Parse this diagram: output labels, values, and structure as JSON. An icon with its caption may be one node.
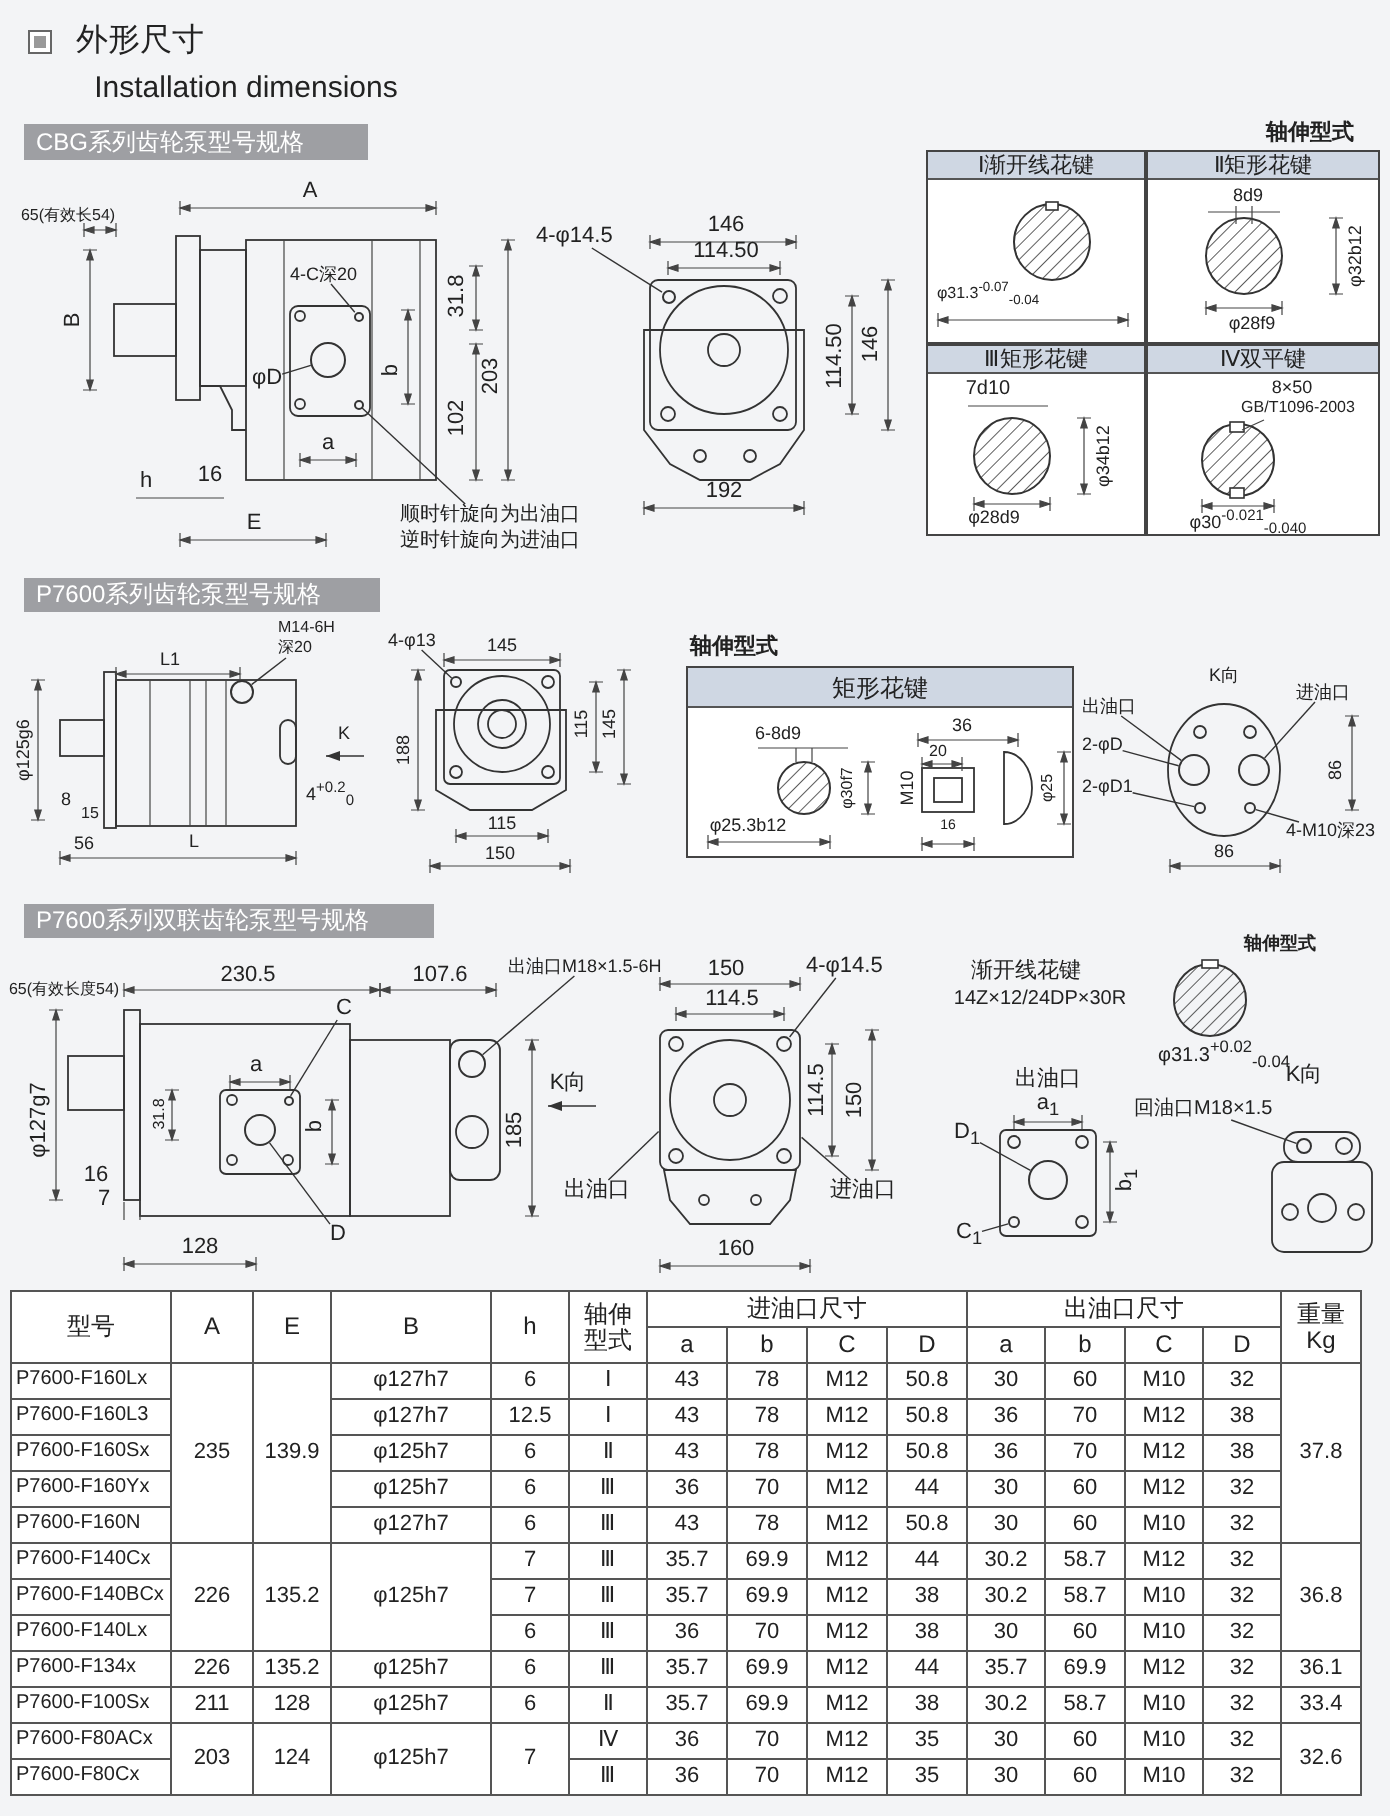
{
  "diagram": {
    "title": "外形尺寸",
    "nodes": [
      {
        "text": [
          "CBG系列齿轮泵型号规格"
        ]
      },
      {
        "text": [
          "4-C深20"
        ]
      },
      {
        "text": [
          "φD"
        ]
      },
      {
        "text": [
          "顺时针旋向为出油口逆时针旋向为进油口"
        ]
      },
      {
        "text": [
          "4-φ14.5"
        ]
      },
      {
        "text": [
          "Ⅰ渐开线花键",
          "φ31.3$^{-0.07}$$_{-0.04}$"
        ]
      },
      {
        "text": [
          "Ⅱ矩形花键",
          "8d9",
          "φ32b12",
          "φ28f9"
        ]
      },
      {
        "text": [
          "Ⅲ矩形花键",
          "7d10",
          "φ34b12",
          "φ28d9"
        ]
      },
      {
        "text": [
          "Ⅳ双平键",
          "8×50",
          "GB/T1096-2003",
          "φ30$^{-0.021}$$_{-0.040}$"
        ]
      },
      {
        "text": [
          "P7600系列齿轮泵型号规格"
        ]
      },
      {
        "text": [
          "M14-6H 深20"
        ]
      },
      {
        "text": [
          "4-φ13"
        ]
      },
      {
        "text": [
          "矩形花键",
          "6-8d9",
          "36",
          "20",
          "φ30f7",
          "M10",
          "φ25",
          "φ25.3b12",
          "16"
        ]
      },
      {
        "text": [
          "出油口"
        ]
      },
      {
        "text": [
          "进油口"
        ]
      },
      {
        "text": [
          "2-φD"
        ]
      },
      {
        "text": [
          "2-φD1"
        ]
      },
      {
        "text": [
          "4-M10深23"
        ]
      },
      {
        "text": [
          "P7600系列双联齿轮泵型号规格"
        ]
      },
      {
        "text": [
          "出油口M18×1.5-6H"
        ]
      },
      {
        "text": [
          "C"
        ]
      },
      {
        "text": [
          "D"
        ]
      },
      {
        "text": [
          "4-φ14.5"
        ]
      },
      {
        "text": [
          "出油口"
        ]
      },
      {
        "text": [],
        "shape": "picture"
      },
      {
        "text": [
          "进油口"
        ]
      },
      {
        "text": [
          "D$_{1}$"
        ]
      },
      {
        "text": [
          "C$_{1}$"
        ]
      },
      {
        "text": [
          "回油口M18×1.5"
        ]
      },
      {
        "text": [],
        "shape": "circle"
      },
      {
        "text": [],
        "shape": "circle"
      },
      {
        "text": [],
        "shape": "circle"
      },
      {
        "text": [],
        "shape": "circle"
      },
      {
        "text": [],
        "shape": "circle"
      },
      {
        "text": [],
        "shape": "circle"
      },
      {
        "text": [],
        "shape": "circle"
      },
      {
        "text": [],
        "shape": "circle"
      },
      {
        "text": [],
        "shape": "circle"
      },
      {
        "text": [],
        "shape": "circle"
      },
      {
        "text": [],
        "shape": "circle"
      },
      {
        "text": [],
        "shape": "circle"
      },
      {
        "text": [],
        "shape": "circle"
      },
      {
        "text": [],
        "shape": "circle"
      },
      {
        "text": [],
        "shape": "circle"
      },
      {
        "text": [],
        "shape": "circle"
      }
    ],
    "edges": [
      {
        "from": 1,
        "to": 29,
        "arrow": "none"
      },
      {
        "from": 2,
        "to": 30,
        "arrow": "none"
      },
      {
        "from": 3,
        "to": 31,
        "arrow": "none"
      },
      {
        "from": 4,
        "to": 32,
        "arrow": "none"
      },
      {
        "from": 10,
        "to": 33,
        "arrow": "none"
      },
      {
        "from": 11,
        "to": 34,
        "arrow": "none"
      },
      {
        "from": 13,
        "to": 35,
        "arrow": "none"
      },
      {
        "from": 14,
        "to": 36,
        "arrow": "none"
      },
      {
        "from": 15,
        "to": 35,
        "arrow": "none"
      },
      {
        "from": 16,
        "to": 37,
        "arrow": "none"
      },
      {
        "from": 17,
        "to": 38,
        "arrow": "none"
      },
      {
        "from": 19,
        "to": 39,
        "arrow": "none"
      },
      {
        "from": 20,
        "to": 40,
        "arrow": "none"
      },
      {
        "from": 21,
        "to": 41,
        "arrow": "none"
      },
      {
        "from": 22,
        "to": 24,
        "arrow": "none"
      },
      {
        "from": 23,
        "to": 24,
        "arrow": "none"
      },
      {
        "from": 25,
        "to": 24,
        "arrow": "none"
      },
      {
        "from": 26,
        "to": 42,
        "arrow": "none"
      },
      {
        "from": 27,
        "to": 43,
        "arrow": "none"
      },
      {
        "from": 28,
        "to": 44,
        "arrow": "none"
      }
    ],
    "labels": [
      "Installation dimensions",
      "轴伸型式",
      "A",
      "65(有效长54)",
      "B",
      "31.8",
      "203",
      "b",
      "102",
      "a",
      "h",
      "16",
      "E",
      "146",
      "114.50",
      "114.50",
      "146",
      "192",
      "L1",
      "φ125g6",
      "K",
      "4$^{+0.2}$$_{0}$",
      "8",
      "15",
      "56",
      "L",
      "145",
      "188",
      "115",
      "145",
      "115",
      "150",
      "轴伸型式",
      "K向",
      "86",
      "86",
      "65(有效长度54)",
      "230.5",
      "107.6",
      "φ127g7",
      "a",
      "31.8",
      "b",
      "K向",
      "185",
      "16",
      "7",
      "128",
      "150",
      "114.5",
      "114.5",
      "150",
      "160",
      "轴伸型式",
      "渐开线花键",
      "14Z×12/24DP×30R",
      "φ31.3$^{+0.02}$$_{-0.04}$",
      "出油口",
      "K向",
      "a$_{1}$",
      "b$_{1}$",
      "型号",
      "A",
      "E",
      "B",
      "h",
      "轴伸型式",
      "进油口尺寸",
      "出油口尺寸",
      "重量 Kg",
      "a",
      "b",
      "C",
      "D",
      "a",
      "b",
      "C",
      "D",
      "P7600-F160Lx",
      "φ127h7",
      "6",
      "Ⅰ",
      "43",
      "78",
      "M12",
      "50.8",
      "30",
      "60",
      "M10",
      "32",
      "P7600-F160L3",
      "φ127h7",
      "12.5",
      "Ⅰ",
      "43",
      "78",
      "M12",
      "50.8",
      "36",
      "70",
      "M12",
      "38",
      "P7600-F160Sx",
      "235",
      "139.9",
      "φ125h7",
      "6",
      "Ⅱ",
      "43",
      "78",
      "M12",
      "50.8",
      "36",
      "70",
      "M12",
      "38",
      "37.8",
      "P7600-F160Yx",
      "φ125h7",
      "6",
      "Ⅲ",
      "36",
      "70",
      "M12",
      "44",
      "30",
      "60",
      "M12",
      "32",
      "P7600-F160N",
      "φ127h7",
      "6",
      "Ⅲ",
      "43",
      "78",
      "M12",
      "50.8",
      "30",
      "60",
      "M10",
      "32",
      "P7600-F140Cx",
      "7",
      "Ⅲ",
      "35.7",
      "69.9",
      "M12",
      "44",
      "30.2",
      "58.7",
      "M12",
      "32",
      "P7600-F140BCx",
      "226",
      "135.2",
      "φ125h7",
      "7",
      "Ⅲ",
      "35.7",
      "69.9",
      "M12",
      "38",
      "30.2",
      "58.7",
      "M10",
      "32",
      "36.8",
      "P7600-F140Lx",
      "6",
      "Ⅲ",
      "36",
      "70",
      "M12",
      "38",
      "30",
      "60",
      "M10",
      "32",
      "P7600-F134x",
      "226",
      "135.2",
      "φ125h7",
      "6",
      "Ⅲ",
      "35.7",
      "69.9",
      "M12",
      "44",
      "35.7",
      "69.9",
      "M12",
      "32",
      "36.1",
      "P7600-F100Sx",
      "211",
      "128",
      "φ125h7",
      "6",
      "Ⅱ",
      "35.7",
      "69.9",
      "M12",
      "38",
      "30.2",
      "58.7",
      "M10",
      "32",
      "33.4",
      "P7600-F80ACx",
      "203",
      "124",
      "φ125h7",
      "7",
      "Ⅳ",
      "36",
      "70",
      "M12",
      "35",
      "30",
      "60",
      "M10",
      "32",
      "32.6",
      "P7600-F80Cx",
      "Ⅲ",
      "36",
      "70",
      "M12",
      "35",
      "30",
      "60",
      "M10",
      "32"
    ]
  }
}
